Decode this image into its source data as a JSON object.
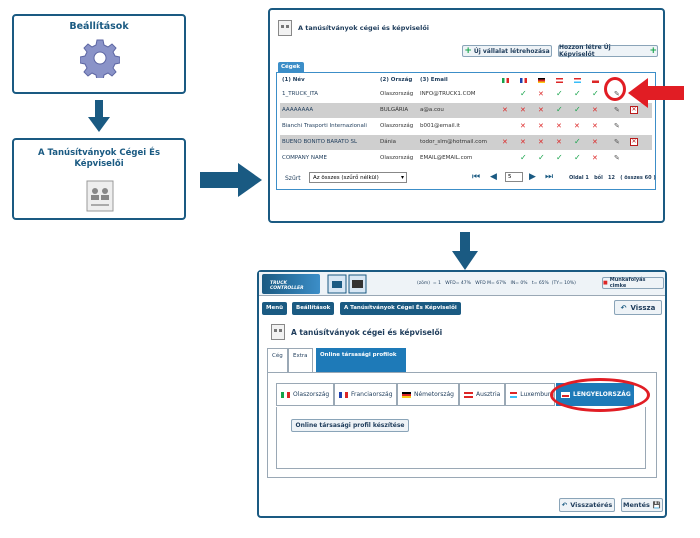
{
  "flow": {
    "settings_box": {
      "title": "Beállítások",
      "icon": "gear-icon"
    },
    "certs_box": {
      "title": "A Tanúsítványok Cégei És Képviselői",
      "icon": "document-icon"
    }
  },
  "list_view": {
    "title": "A tanúsítványok cégei és képviselői",
    "btn_new_company": "Új vállalat létrehozása",
    "btn_new_rep": "Hozzon létre Új Képviselőt",
    "tab_label": "Cégek",
    "columns": [
      "(1) Név",
      "(2) Ország",
      "(3) Email"
    ],
    "rows": [
      {
        "name": "1_TRUCK_ITA",
        "country": "Olaszország",
        "email": "INFO@TRUCK1.COM",
        "marks": [
          "",
          "ok",
          "no",
          "ok",
          "ok",
          "ok"
        ],
        "grey": false,
        "delete": false
      },
      {
        "name": "AAAAAAAA",
        "country": "BULGÁRIA",
        "email": "a@a.cou",
        "marks": [
          "no",
          "no",
          "no",
          "ok",
          "ok",
          "no"
        ],
        "grey": true,
        "delete": true
      },
      {
        "name": "Bianchi Trasporti Internazionali",
        "country": "Olaszország",
        "email": "b001@email.it",
        "marks": [
          "",
          "no",
          "no",
          "no",
          "no",
          "no"
        ],
        "grey": false,
        "delete": false
      },
      {
        "name": "BUENO BONITO BARATO SL",
        "country": "Dánia",
        "email": "todor_slm@hotmail.com",
        "marks": [
          "no",
          "no",
          "no",
          "no",
          "ok",
          "no"
        ],
        "grey": true,
        "delete": true
      },
      {
        "name": "COMPANY NAME",
        "country": "Olaszország",
        "email": "EMAIL@EMAIL.com",
        "marks": [
          "",
          "ok",
          "ok",
          "ok",
          "ok",
          "no"
        ],
        "grey": false,
        "delete": false
      }
    ],
    "filter_label": "Szűrt",
    "filter_value": "Az összes (szűrő nélkül)",
    "page_size": "5",
    "pagination_text": "Oldal 1   ből   12   ( összes 60 )"
  },
  "detail_view": {
    "logo_text": "TRUCK CONTROLLER",
    "status_text": "(zöm)  = 1   WFD= 47%   WFD M= 67%   IN= 0%   t= 65%  (TY= 10%)",
    "user_button": "Munkafolyás cimke",
    "breadcrumb": [
      "Menü",
      "Beállítások",
      "A Tanúsítványok Cégei És Képviselői"
    ],
    "back_button": "Vissza",
    "title": "A tanúsítványok cégei és képviselői",
    "main_tabs": [
      "Cég",
      "Extra",
      "Online társasági profilok"
    ],
    "country_tabs": [
      "Olaszország",
      "Franciaország",
      "Németország",
      "Ausztria",
      "Luxemburg",
      "LENGYELORSZÁG"
    ],
    "create_profile_button": "Online társasági profil készítése",
    "restore_button": "Visszatérés",
    "save_button": "Mentés"
  },
  "colors": {
    "accent": "#1a5a82",
    "highlight": "#e11d24",
    "tab_active": "#1e7ab8"
  }
}
